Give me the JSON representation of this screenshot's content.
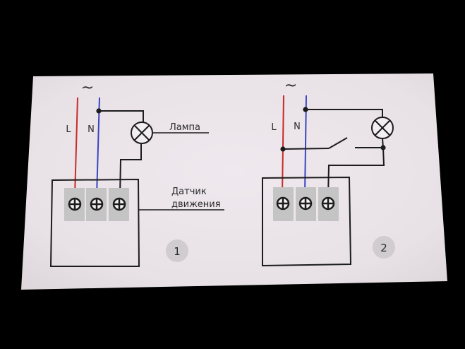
{
  "diagram_1": {
    "ac_symbol": "~",
    "line_label": "L",
    "neutral_label": "N",
    "lamp_label": "Лампа",
    "sensor_label_line1": "Датчик",
    "sensor_label_line2": "движения",
    "badge": "1"
  },
  "diagram_2": {
    "ac_symbol": "~",
    "line_label": "L",
    "neutral_label": "N",
    "badge": "2"
  },
  "colors": {
    "background": "#000000",
    "panel": "#ece6ea",
    "line_wire": "#c82a2a",
    "neutral_wire": "#3a44c0",
    "wire": "#1c1c1c",
    "terminal": "#c4c4c4",
    "badge": "#d0cccf"
  }
}
